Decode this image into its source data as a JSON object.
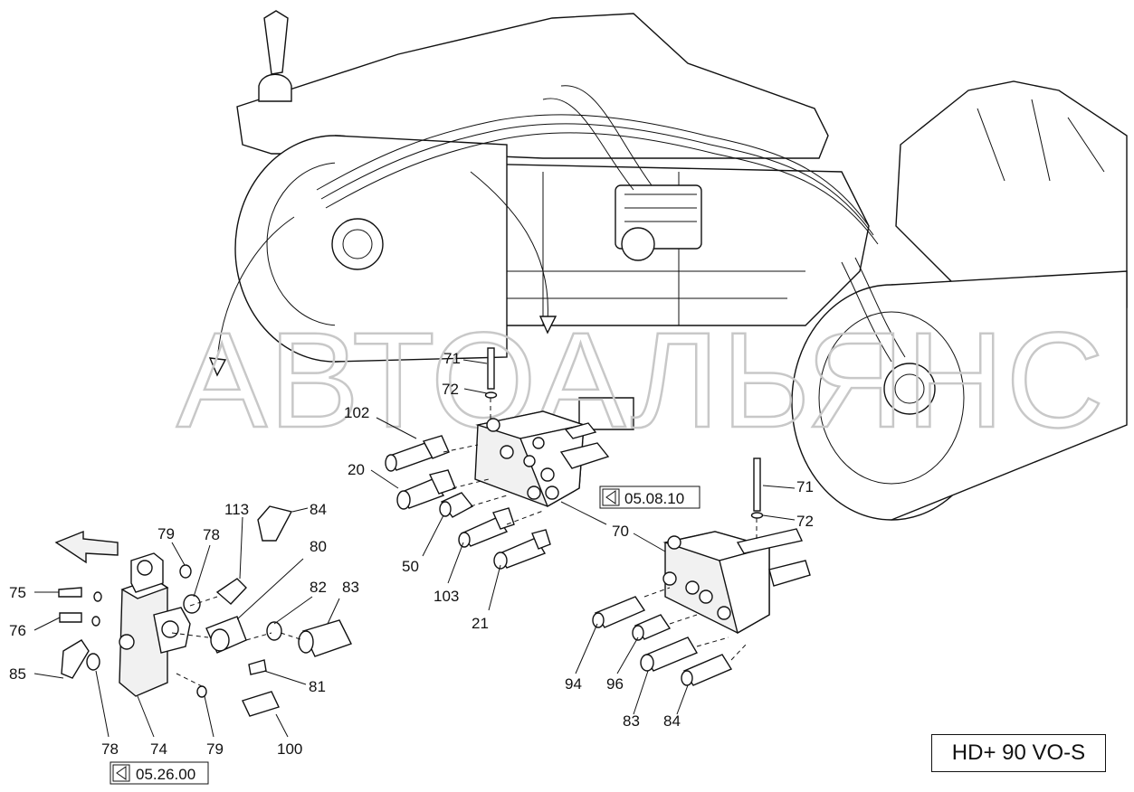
{
  "watermark": "АВТОАЛЬЯНС",
  "model_label": "HD+ 90 VO-S",
  "references": [
    "05.08.10",
    "05.26.00"
  ],
  "callouts": {
    "c71a": "71",
    "c72a": "72",
    "c102": "102",
    "c20": "20",
    "c50": "50",
    "c103": "103",
    "c21": "21",
    "c70": "70",
    "c71b": "71",
    "c72b": "72",
    "c94": "94",
    "c96": "96",
    "c83b": "83",
    "c84b": "84",
    "c113": "113",
    "c84a": "84",
    "c79a": "79",
    "c78a": "78",
    "c80": "80",
    "c82": "82",
    "c83a": "83",
    "c75": "75",
    "c76": "76",
    "c85": "85",
    "c81": "81",
    "c78b": "78",
    "c74": "74",
    "c79b": "79",
    "c100": "100"
  }
}
